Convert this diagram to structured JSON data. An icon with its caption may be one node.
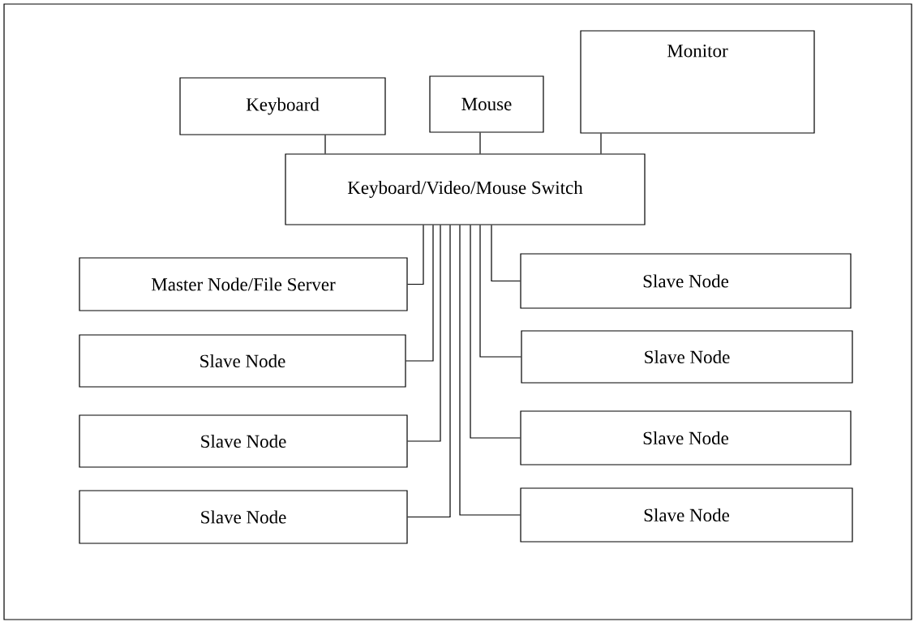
{
  "diagram": {
    "nodes": [
      {
        "text": [
          "Keyboard"
        ]
      },
      {
        "text": [
          "Mouse"
        ]
      },
      {
        "text": [
          "Monitor"
        ]
      },
      {
        "text": [
          "Keyboard/Video/Mouse Switch"
        ]
      },
      {
        "text": [
          "Master Node/File Server"
        ]
      },
      {
        "text": [
          "Slave Node"
        ]
      },
      {
        "text": [
          "Slave Node"
        ]
      },
      {
        "text": [
          "Slave Node"
        ]
      },
      {
        "text": [
          "Slave Node"
        ]
      },
      {
        "text": [
          "Slave Node"
        ]
      },
      {
        "text": [
          "Slave Node"
        ]
      },
      {
        "text": [
          "Slave Node"
        ]
      }
    ],
    "edges": [
      {
        "from": 0,
        "to": 3,
        "arrow": "none"
      },
      {
        "from": 1,
        "to": 3,
        "arrow": "none"
      },
      {
        "from": 2,
        "to": 3,
        "arrow": "none"
      },
      {
        "from": 3,
        "to": 4,
        "arrow": "none"
      },
      {
        "from": 3,
        "to": 5,
        "arrow": "none"
      },
      {
        "from": 3,
        "to": 6,
        "arrow": "none"
      },
      {
        "from": 3,
        "to": 7,
        "arrow": "none"
      },
      {
        "from": 3,
        "to": 8,
        "arrow": "none"
      },
      {
        "from": 3,
        "to": 9,
        "arrow": "none"
      },
      {
        "from": 3,
        "to": 10,
        "arrow": "none"
      },
      {
        "from": 3,
        "to": 11,
        "arrow": "none"
      }
    ]
  }
}
